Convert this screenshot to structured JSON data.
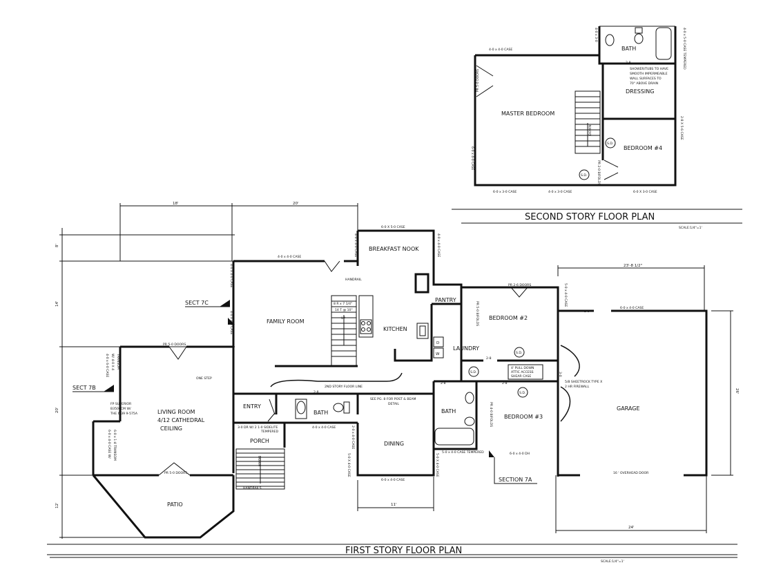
{
  "second_story": {
    "title": "SECOND STORY FLOOR PLAN",
    "scale": "SCALE:1/4\"=1'",
    "rooms": {
      "master_bedroom": "MASTER BEDROOM",
      "bath": "BATH",
      "dressing": "DRESSING",
      "bedroom4": "BEDROOM #4"
    },
    "notes": {
      "shower_1": "SHOWER/TUBS TO HAVE",
      "shower_2": "SMOOTH IMPERMEABLE",
      "shower_3": "WALL SURFACES TO",
      "shower_4": "70\" ABOVE DRAIN",
      "shower_height": "2-8"
    },
    "windows": {
      "top": "4-0 x 4-0 CASE",
      "top_right": "4-0 x 5-0 CASE TEMPERED",
      "bath_top": "4-0 x 3-0",
      "left": "6-0 x 4-0 CASE",
      "right": "2-8 X 5-6 CASE",
      "bottom_1": "6-0 x 3-0 CASE",
      "bottom_2": "4-0 x 3-0 CASE",
      "bottom_3": "6-0 X 3-0 CASE"
    },
    "doors": {
      "left": "PR 5-0 DOORS",
      "bed4": "PR 2-0 BIFOLDS"
    },
    "stair": "DOWN",
    "sd": "S.D."
  },
  "first_story": {
    "title": "FIRST STORY FLOOR PLAN",
    "scale": "SCALE:1/4\"=1'",
    "rooms": {
      "breakfast_nook": "BREAKFAST NOOK",
      "family_room": "FAMILY ROOM",
      "kitchen": "KITCHEN",
      "pantry": "PANTRY",
      "laundry": "LAUNDRY",
      "bedroom2": "BEDROOM #2",
      "bedroom3": "BEDROOM #3",
      "garage": "GARAGE",
      "living_1": "LIVING ROOM",
      "living_2": "4/12  CATHEDRAL",
      "living_3": "CEILING",
      "entry": "ENTRY",
      "porch": "PORCH",
      "bath_a": "BATH",
      "bath_b": "BATH",
      "dining": "DINING",
      "patio": "PATIO"
    },
    "sections": {
      "sect7c": "SECT 7C",
      "sect7b": "SECT 7B",
      "section7a": "SECTION 7A"
    },
    "dimensions": {
      "d18": "18'",
      "d20": "20'",
      "d8": "8'",
      "d14": "14'",
      "d20v": "20'",
      "d12": "12'",
      "d23": "23'-8 1/2\"",
      "d26": "26'",
      "d24": "24'",
      "d11": "11'"
    },
    "windows": {
      "nook_top": "6-0 X 5-0 CASE",
      "nook_left": "4-0 x 4-0 CASE",
      "nook_right": "4-0 x 4-0 CASE",
      "family_top": "4-0 x 4-0 CASE",
      "family_left_1": "4-0 x 4-0 CASE",
      "family_left_2": "4-0 x 4-0 CASE",
      "garage_left": "5-0 x 4-0 CASE",
      "garage_top": "6-0 x 4-0 CASE",
      "living_left_1": "4-0 x 6-0 CASE",
      "living_left_2": "W/ 4-0 X 4",
      "living_left_3": "TRANSOM",
      "living_lower_1": "6-0 x 4-0 CASE W/",
      "living_lower_2": "6-0 x 1-4 TRANSOM",
      "porch": "4-0 x 4-0 CASE",
      "porch_right": "2-0 x 4-0 CASE",
      "dining_left": "5-0 X 4-0 CASE",
      "dining_right": "5-0 X 4-0 CASE",
      "dining_bottom": "6-0 x 4-0 CASE",
      "bath_b": "5-0 x 4-0 CASE TEMPERED",
      "bed3": "6-0 x 4-0 DH"
    },
    "doors": {
      "bed2_closet": "PR 2-6 DOORS",
      "bed2_bifold": "PR 5-0 BIFOLDS",
      "bed3_bifold": "PR 4-0 BIFOLDS",
      "living_top": "PR 5-0 DOORS",
      "living_bottom": "PR 5-0 DOORS",
      "entry_1": "3-0 DR W/ 2 1-0 SIDELITE",
      "entry_2": "TEMPERED",
      "garage_door": "16 ' OVERHEAD DOOR",
      "d28a": "2-8",
      "d28b": "2-8",
      "d28c": "2-8",
      "d28d": "2-8",
      "d30a": "3-0",
      "d30b": "3-0"
    },
    "notes": {
      "handrail": "HANDRAIL",
      "handrails": "HANDRAILS",
      "stair_1": "8 R x 7 1/4\"",
      "stair_2": "14 T @ 10\"",
      "stair_up": "UP",
      "one_step": "ONE STEP",
      "second_story_line": "2ND STORY FLOOR LINE",
      "footing_1": "SEE PG. 8 FOR POST & BEAM",
      "footing_2": "DETAIL",
      "fp_1": "FP SUPERIOR",
      "fp_2": "B3500CM W/",
      "fp_3": "THE 6-39 9-575A",
      "attic_1": "4' PULL DOWN",
      "attic_2": "ATTIC ACCESS",
      "attic_3": "SHEAR CASE",
      "sheetrock_1": "5/8 SHEETROCK TYPE X",
      "sheetrock_2": "2 HR FIREWALL",
      "dryer": "D",
      "washer": "W",
      "porch_stair": "DOWN",
      "sd": "S.D."
    }
  }
}
